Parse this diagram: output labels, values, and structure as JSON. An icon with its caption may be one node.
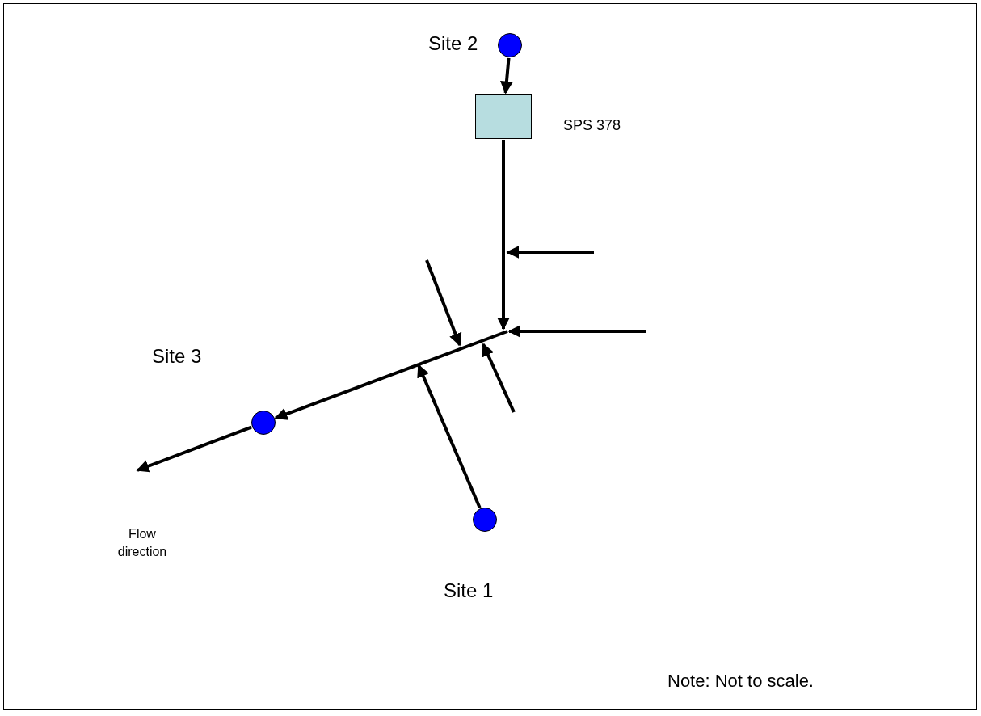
{
  "diagram": {
    "nodes": [
      {
        "text": [],
        "shape": "circle",
        "beside": [
          "Site 2"
        ]
      },
      {
        "text": [],
        "shape": "box",
        "beside": [
          "SPS 378"
        ]
      },
      {
        "text": [],
        "shape": "circle",
        "beside": [
          "Site 3"
        ]
      },
      {
        "text": [],
        "shape": "circle",
        "beside": [
          "Site 1"
        ]
      }
    ],
    "edges": [
      {
        "from": 0,
        "to": 1,
        "arrow": "to"
      },
      {
        "from": 1,
        "to": null,
        "arrow": "to"
      },
      {
        "from": null,
        "to": 2,
        "arrow": "to"
      },
      {
        "from": 2,
        "to": null,
        "arrow": "to"
      },
      {
        "from": 3,
        "to": null,
        "arrow": "to"
      }
    ],
    "labels": [
      "Flow direction",
      "Note: Not to scale."
    ]
  }
}
